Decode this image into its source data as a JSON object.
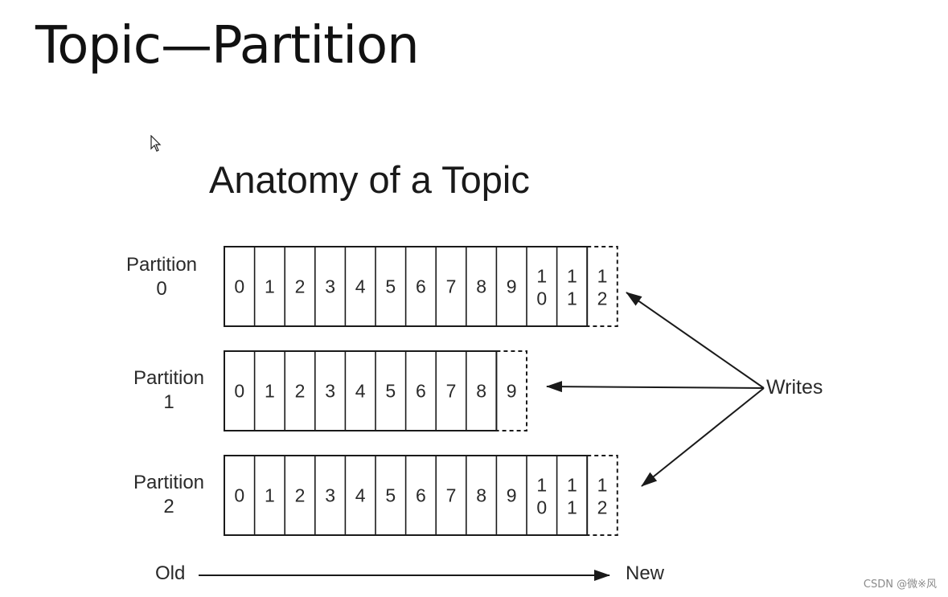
{
  "slide_title": "Topic—Partition",
  "diagram_title": "Anatomy of a Topic",
  "partitions": [
    {
      "label": "Partition\n0",
      "offsets": [
        "0",
        "1",
        "2",
        "3",
        "4",
        "5",
        "6",
        "7",
        "8",
        "9",
        "10",
        "11"
      ],
      "next_write": "12"
    },
    {
      "label": "Partition\n1",
      "offsets": [
        "0",
        "1",
        "2",
        "3",
        "4",
        "5",
        "6",
        "7",
        "8"
      ],
      "next_write": "9"
    },
    {
      "label": "Partition\n2",
      "offsets": [
        "0",
        "1",
        "2",
        "3",
        "4",
        "5",
        "6",
        "7",
        "8",
        "9",
        "10",
        "11"
      ],
      "next_write": "12"
    }
  ],
  "writes_label": "Writes",
  "timeline": {
    "old_label": "Old",
    "new_label": "New"
  },
  "watermark": "CSDN @微※风",
  "colors": {
    "stroke": "#1a1a1a",
    "text": "#2a2a2a",
    "background": "#ffffff"
  }
}
